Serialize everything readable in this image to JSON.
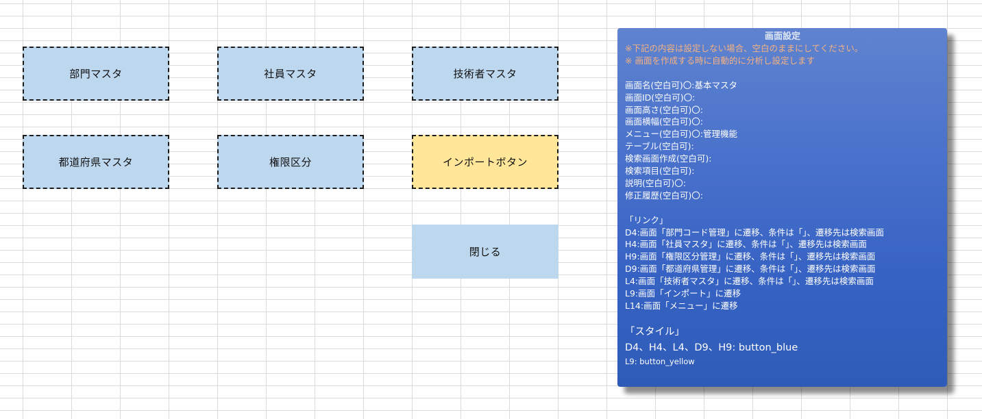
{
  "buttons": {
    "bumon": "部門マスタ",
    "shain": "社員マスタ",
    "gijutsu": "技術者マスタ",
    "todofuken": "都道府県マスタ",
    "kengen": "権限区分",
    "import": "インポートボタン",
    "close": "閉じる"
  },
  "settings": {
    "title": "画面設定",
    "notes": [
      "※下記の内容は設定しない場合、空白のままにしてください。",
      "※ 画面を作成する時に自動的に分析し設定します"
    ],
    "fields": [
      "画面名(空白可)〇:基本マスタ",
      "画面ID(空白可)〇:",
      "画面高さ(空白可)〇:",
      "画面横幅(空白可)〇:",
      "メニュー(空白可)〇:管理機能",
      "テーブル(空白可):",
      "検索画面作成(空白可):",
      "検索項目(空白可):",
      "説明(空白可)〇:",
      "修正履歴(空白可)〇:"
    ],
    "link_header": "「リンク」",
    "links": [
      "D4:画面「部門コード管理」に遷移、条件は「」、遷移先は検索画面",
      "H4:画面「社員マスタ」に遷移、条件は「」、遷移先は検索画面",
      "H9:画面「権限区分管理」に遷移、条件は「」、遷移先は検索画面",
      "D9:画面「都道府県管理」に遷移、条件は「」、遷移先は検索画面",
      "L4:画面「技術者マスタ」に遷移、条件は「」、遷移先は検索画面",
      "L9:画面「インポート」に遷移",
      "L14:画面「メニュー」に遷移"
    ],
    "style_header": "「スタイル」",
    "style_blue": "D4、H4、L4、D9、H9: button_blue",
    "style_yellow": "L9: button_yellow"
  }
}
